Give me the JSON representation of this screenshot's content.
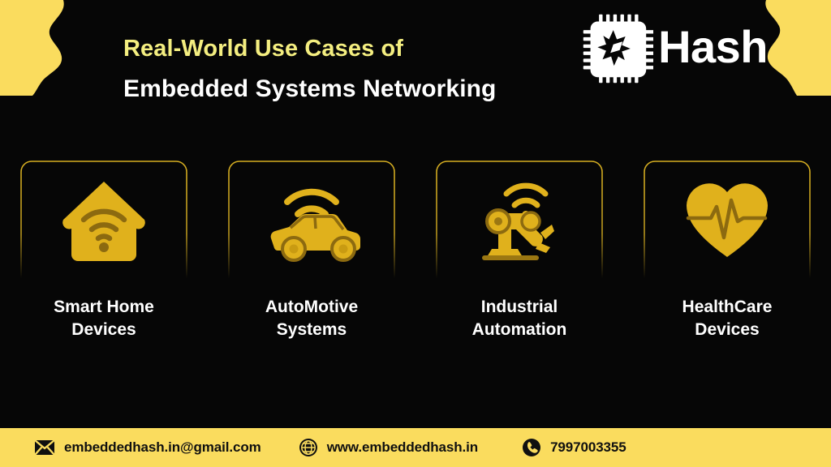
{
  "theme": {
    "background": "#060606",
    "accent_yellow": "#FADC5E",
    "icon_gold": "#E0B11C",
    "title_highlight": "#F4EE80",
    "text_white": "#FFFFFF",
    "footer_text": "#101010"
  },
  "header": {
    "title_line1": "Real-World Use Cases of",
    "title_line2": "Embedded Systems Networking",
    "logo_text": "Hash",
    "logo_mark_name": "microchip-hash-logo"
  },
  "cards": [
    {
      "id": "smart-home-devices",
      "label": "Smart Home\nDevices",
      "icon": "house-wifi-icon"
    },
    {
      "id": "automotive-systems",
      "label": "AutoMotive\nSystems",
      "icon": "car-wifi-icon"
    },
    {
      "id": "industrial-automation",
      "label": "Industrial\nAutomation",
      "icon": "robot-arm-wifi-icon"
    },
    {
      "id": "healthcare-devices",
      "label": "HealthCare\nDevices",
      "icon": "heart-pulse-icon"
    }
  ],
  "footer": {
    "email": "embeddedhash.in@gmail.com",
    "email_icon": "envelope-icon",
    "website": "www.embeddedhash.in",
    "website_icon": "globe-icon",
    "phone": "7997003355",
    "phone_icon": "phone-icon"
  }
}
